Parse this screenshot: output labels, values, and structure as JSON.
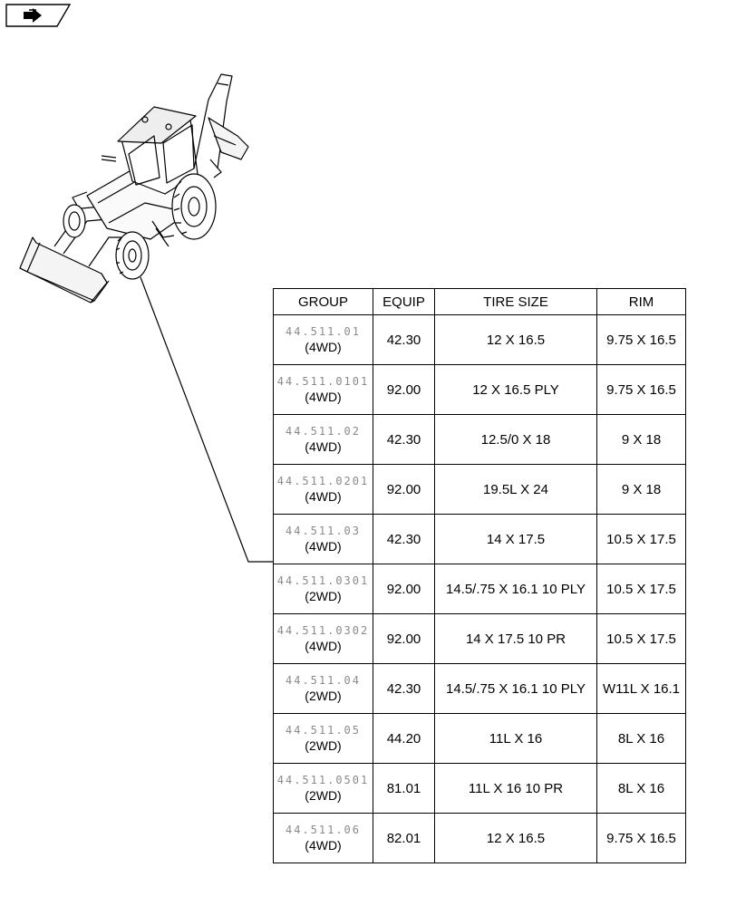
{
  "nav": {
    "icon": "forward-arrow-icon"
  },
  "illustration": {
    "subject": "backhoe-loader-4wd-icon"
  },
  "table": {
    "headers": {
      "group": "GROUP",
      "equip": "EQUIP",
      "tire_size": "TIRE SIZE",
      "rim": "RIM"
    },
    "rows": [
      {
        "group": "44.511.01",
        "drive": "(4WD)",
        "equip": "42.30",
        "tire_size": "12 X 16.5",
        "rim": "9.75 X 16.5"
      },
      {
        "group": "44.511.0101",
        "drive": "(4WD)",
        "equip": "92.00",
        "tire_size": "12 X 16.5 PLY",
        "rim": "9.75 X 16.5"
      },
      {
        "group": "44.511.02",
        "drive": "(4WD)",
        "equip": "42.30",
        "tire_size": "12.5/0 X 18",
        "rim": "9 X 18"
      },
      {
        "group": "44.511.0201",
        "drive": "(4WD)",
        "equip": "92.00",
        "tire_size": "19.5L X 24",
        "rim": "9 X 18"
      },
      {
        "group": "44.511.03",
        "drive": "(4WD)",
        "equip": "42.30",
        "tire_size": "14 X 17.5",
        "rim": "10.5 X 17.5"
      },
      {
        "group": "44.511.0301",
        "drive": "(2WD)",
        "equip": "92.00",
        "tire_size": "14.5/.75 X 16.1 10 PLY",
        "rim": "10.5 X 17.5"
      },
      {
        "group": "44.511.0302",
        "drive": "(4WD)",
        "equip": "92.00",
        "tire_size": "14 X 17.5 10 PR",
        "rim": "10.5 X 17.5"
      },
      {
        "group": "44.511.04",
        "drive": "(2WD)",
        "equip": "42.30",
        "tire_size": "14.5/.75 X 16.1 10 PLY",
        "rim": "W11L X 16.1"
      },
      {
        "group": "44.511.05",
        "drive": "(2WD)",
        "equip": "44.20",
        "tire_size": "11L X 16",
        "rim": "8L X 16"
      },
      {
        "group": "44.511.0501",
        "drive": "(2WD)",
        "equip": "81.01",
        "tire_size": "11L X 16 10 PR",
        "rim": "8L X 16"
      },
      {
        "group": "44.511.06",
        "drive": "(4WD)",
        "equip": "82.01",
        "tire_size": "12 X 16.5",
        "rim": "9.75 X 16.5"
      }
    ]
  }
}
